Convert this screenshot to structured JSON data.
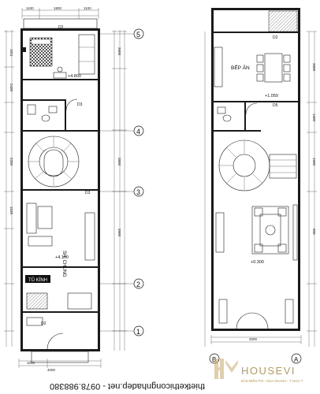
{
  "axis_labels": [
    "5",
    "4",
    "3",
    "2",
    "1"
  ],
  "column_labels": [
    "B",
    "A"
  ],
  "rooms": {
    "kitchen": "BẾP ĂN",
    "living": "SH. CHUNG",
    "glass_cabinet": "TỦ KÍNH"
  },
  "levels": {
    "upper_left": "+4.800",
    "mid_left": "+4.100",
    "right_top": "+1.050",
    "right_mid": "+0.300"
  },
  "door_tags": [
    "D2",
    "D3",
    "D3",
    "D2",
    "D5",
    "D2"
  ],
  "dims": {
    "overall_width": "4000",
    "top_seg_a": "1100",
    "top_seg_b": "1800",
    "top_seg_c": "1100",
    "bottom_seg": "1000",
    "left_stack": [
      "1811",
      "2430",
      "2250",
      "1530",
      "3600",
      "3800",
      "3900"
    ],
    "right_stack": [
      "3600",
      "1300",
      "1500",
      "900"
    ]
  },
  "brand": {
    "name": "HOUSEVI",
    "tagline": "BẢN MIỄN PHÍ - MUA NHANH - Ý NHƯ Ý"
  },
  "watermark": "thietkethicongnhadep.net - 0978.988380"
}
